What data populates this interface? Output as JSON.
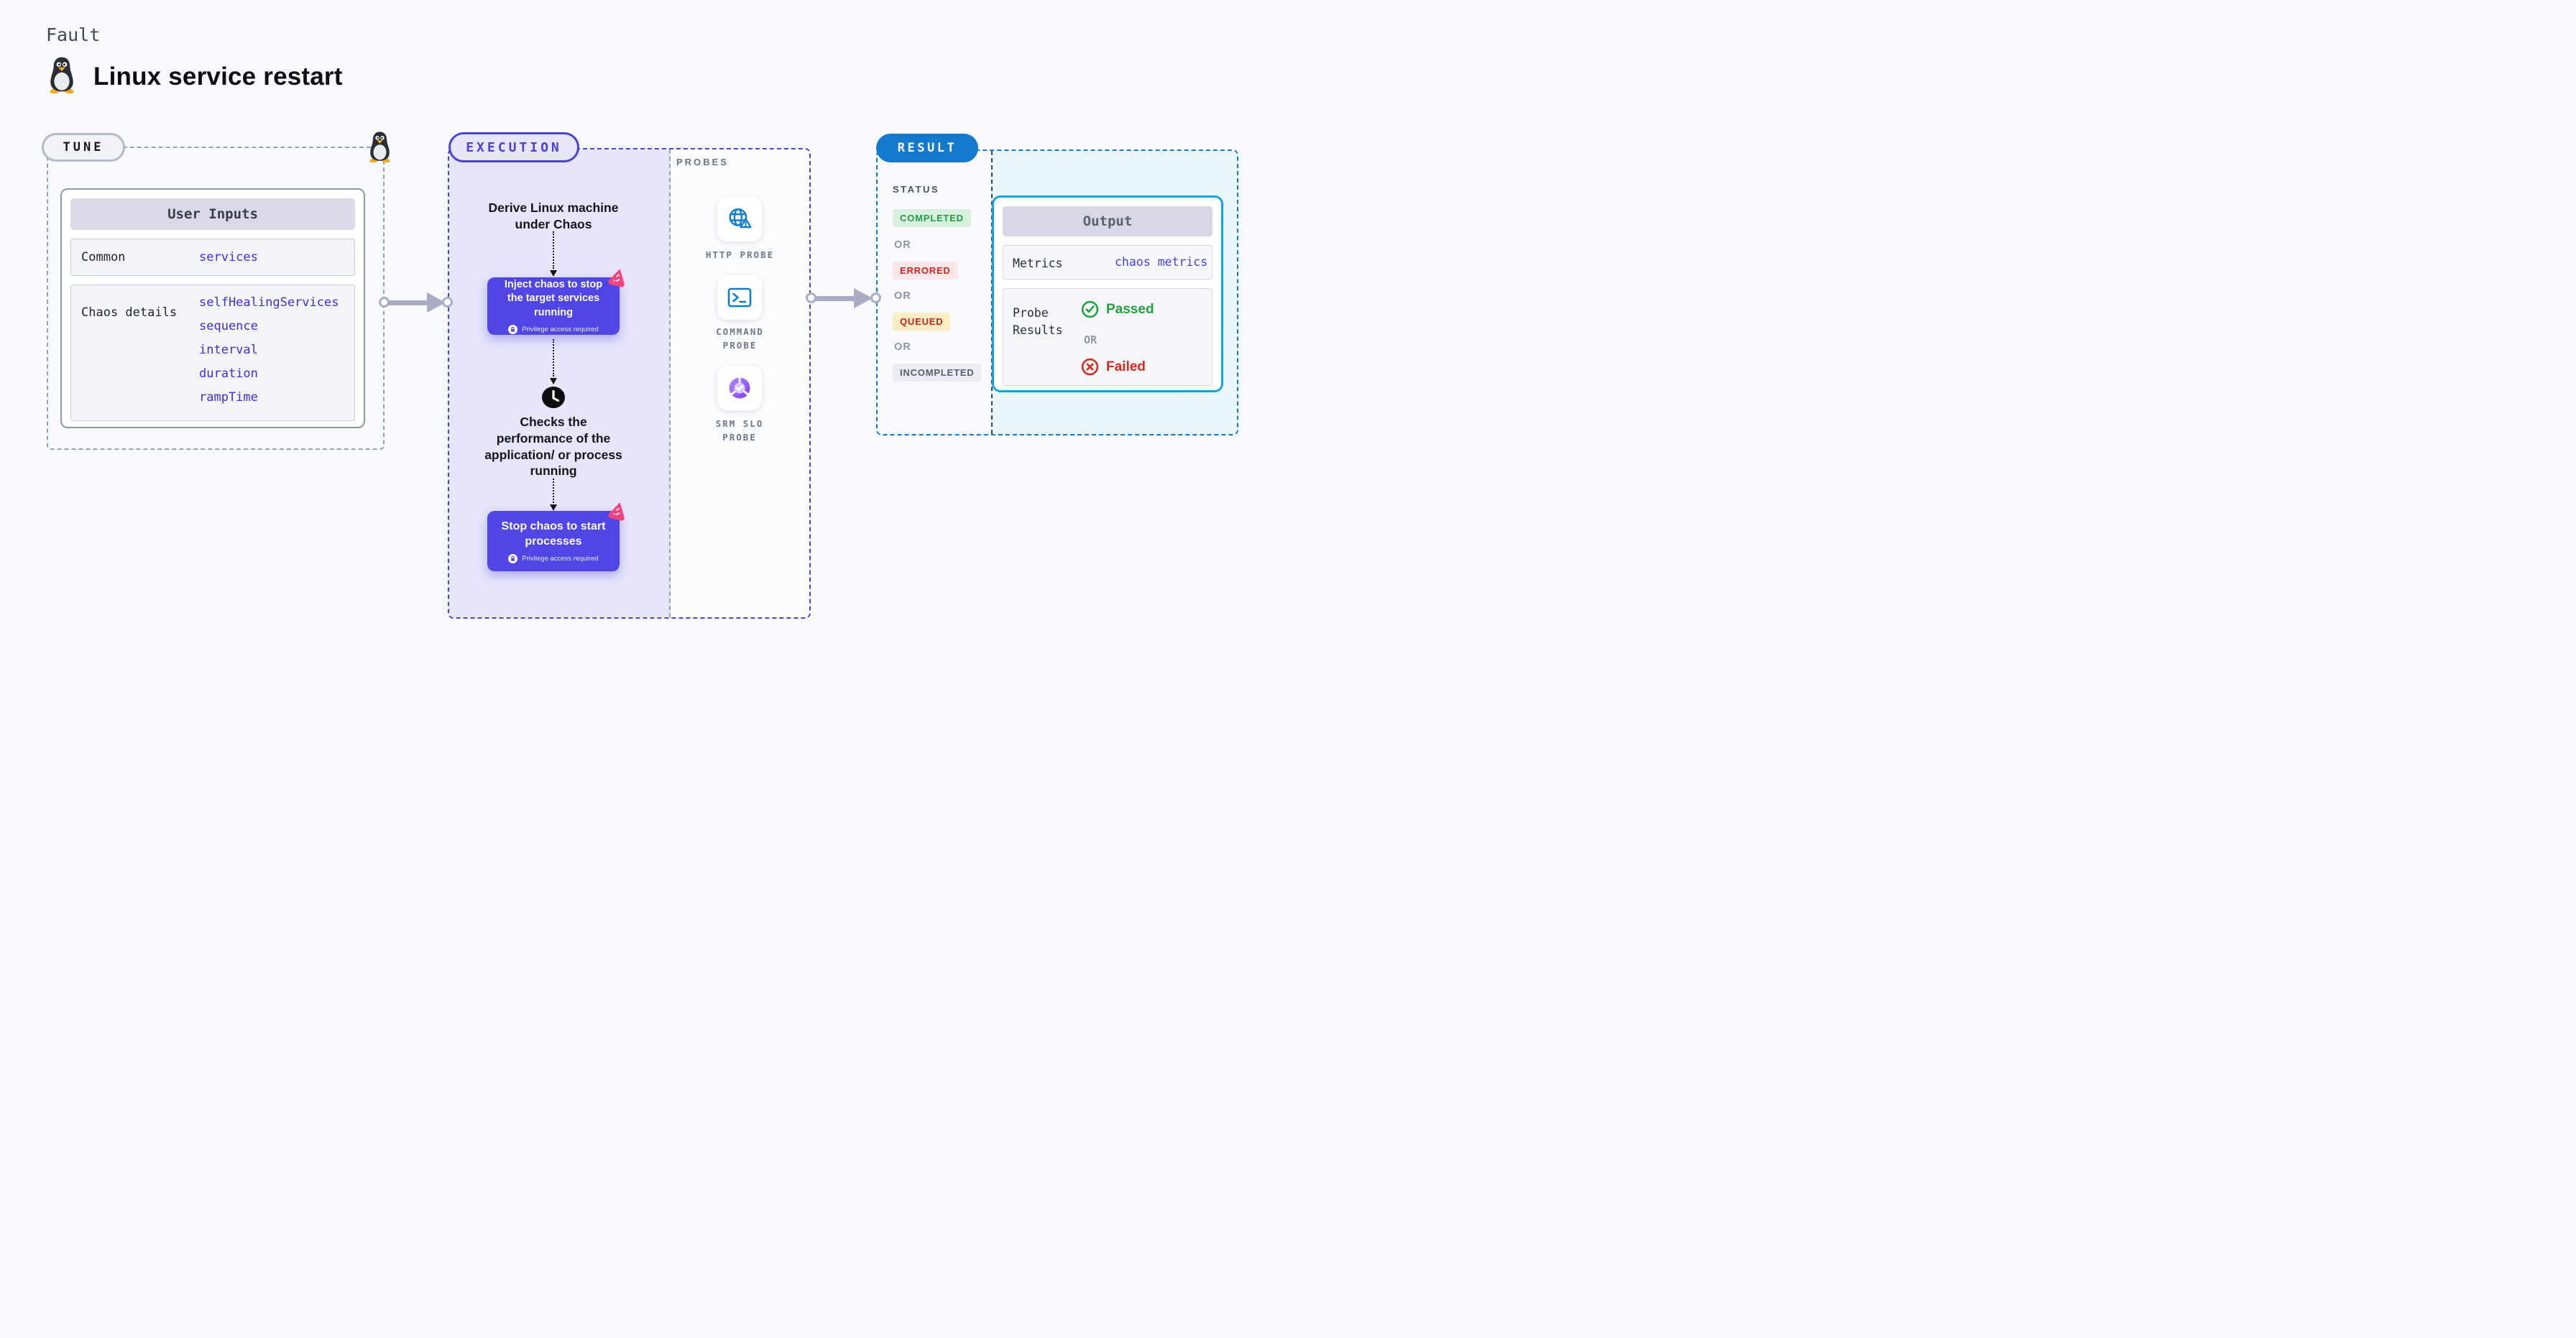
{
  "header": {
    "kicker": "Fault",
    "title": "Linux service restart",
    "logo_icon": "tux-penguin"
  },
  "colors": {
    "page_bg": "#f9fafd",
    "execution_accent": "#4a43d6",
    "execution_fill": "#e6e5fa",
    "button_bg": "#4f46e5",
    "chaos_spark_pink": "#f5457e",
    "result_accent": "#1478cc",
    "output_border": "#15a3da",
    "input_value_blue": "#3b2fe0",
    "probe_icon_blue": "#0f7ccc",
    "completed": {
      "fg": "#1d9e44",
      "bg": "#daf0df"
    },
    "errored": {
      "fg": "#cc2525",
      "bg": "#fbe7e7"
    },
    "queued": {
      "fg": "#c32222",
      "bg": "#fbeec5"
    },
    "incompleted": {
      "fg": "#565d6e",
      "bg": "#ebedf2"
    },
    "passed_green": "#21a03c",
    "failed_red": "#d42a20"
  },
  "tune": {
    "pill": "TUNE",
    "user_inputs": {
      "title": "User Inputs",
      "rows": [
        {
          "label": "Common",
          "values": [
            "services"
          ]
        },
        {
          "label": "Chaos details",
          "values": [
            "selfHealingServices",
            "sequence",
            "interval",
            "duration",
            "rampTime"
          ]
        }
      ]
    }
  },
  "execution": {
    "pill": "EXECUTION",
    "derive_text": "Derive Linux machine under Chaos",
    "inject_button": {
      "title": "Inject chaos to stop the target services running",
      "badge": "Privilege access required"
    },
    "checks_text": "Checks the performance of the application/ or process running",
    "stop_button": {
      "title": "Stop chaos to start processes",
      "badge": "Privilege access required"
    }
  },
  "probes": {
    "heading": "PROBES",
    "items": [
      {
        "label": "HTTP PROBE",
        "icon": "globe-alert-icon"
      },
      {
        "label": "COMMAND PROBE",
        "icon": "terminal-icon"
      },
      {
        "label": "SRM SLO PROBE",
        "icon": "slo-pie-check-icon"
      }
    ]
  },
  "result": {
    "pill": "RESULT",
    "status": {
      "heading": "STATUS",
      "or": "OR",
      "badges": [
        "COMPLETED",
        "ERRORED",
        "QUEUED",
        "INCOMPLETED"
      ]
    },
    "output": {
      "title": "Output",
      "metrics_label": "Metrics",
      "metrics_value": "chaos metrics",
      "probe_results_label": "Probe Results",
      "passed": "Passed",
      "or": "OR",
      "failed": "Failed"
    }
  }
}
